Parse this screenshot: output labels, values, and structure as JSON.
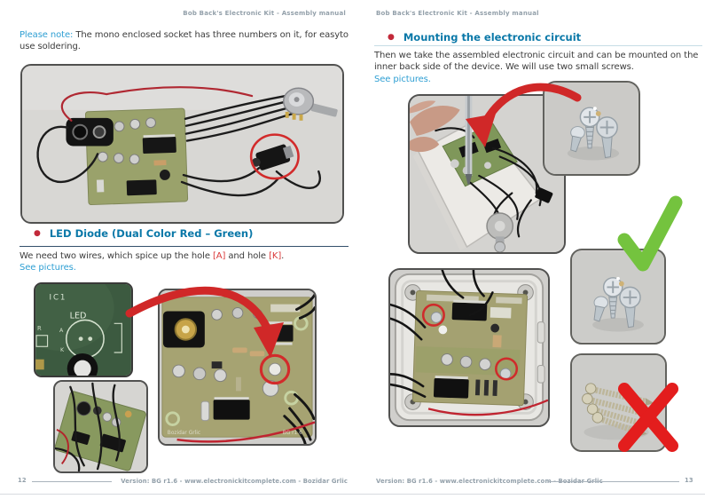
{
  "document": {
    "header_title": "Bob Back's Electronic Kit - Assembly manual",
    "footer_version": "Version: BG r1.6 - www.electronickitcomplete.com - Bozidar Grlic"
  },
  "left_page": {
    "page_number": "12",
    "note_label": "Please note:",
    "note_text": " The mono enclosed socket has three numbers on it, for easyto use soldering.",
    "section_bullet": "●",
    "section_title": "LED Diode (Dual Color Red – Green)",
    "body_pre": "We need two wires, which spice up the hole ",
    "hole_a": "[A]",
    "body_mid": " and hole ",
    "hole_k": "[K]",
    "body_end": ".",
    "see_pictures": "See pictures.",
    "silkscreen": {
      "ic1": "IC1",
      "led": "LED",
      "anode": "A",
      "cathode": "K",
      "resistor": "R",
      "board_author": "Bozidar Grlic",
      "board_version": "BG r1.6"
    }
  },
  "right_page": {
    "page_number": "13",
    "section_bullet": "●",
    "section_title": "Mounting the electronic circuit",
    "body_text": "Then we take the assembled electronic circuit and can be mounted on the inner back side of the device. We will use two small screws.",
    "see_pictures": "See pictures.",
    "check_icon": "green-checkmark",
    "cross_icon": "red-cross"
  },
  "colors": {
    "heading_blue": "#0a78a8",
    "link_blue": "#2f9fd3",
    "bullet_red": "#c2293a",
    "annotation_red": "#d02828",
    "check_green": "#74c33e",
    "cross_red": "#e31d1d",
    "footer_gray": "#93a0aa"
  }
}
